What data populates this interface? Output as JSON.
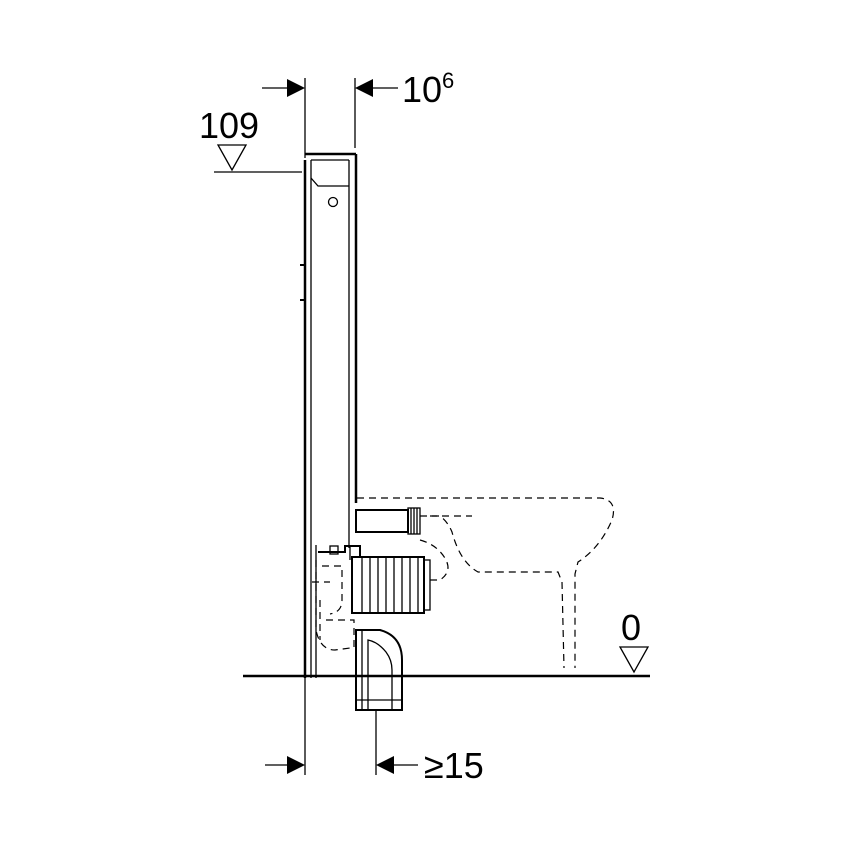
{
  "dimensions": {
    "top_height": "109",
    "depth_main": "10",
    "depth_sup": "6",
    "floor_level": "0",
    "min_bottom": "≥15"
  },
  "colors": {
    "line": "#000000",
    "background": "#ffffff"
  }
}
